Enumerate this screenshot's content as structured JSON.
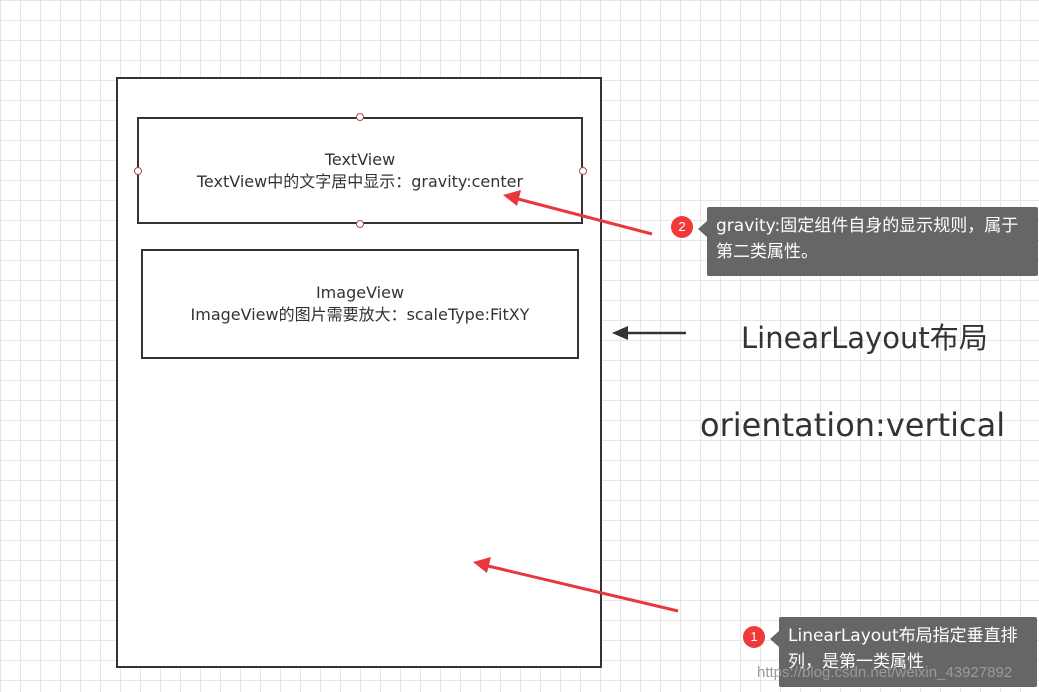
{
  "textview": {
    "title": "TextView",
    "description": "TextView中的文字居中显示：gravity:center"
  },
  "imageview": {
    "title": "ImageView",
    "description": "ImageView的图片需要放大：scaleType:FitXY"
  },
  "layout_label": "LinearLayout布局",
  "orientation_label": "orientation:vertical",
  "callouts": [
    {
      "number": "1",
      "text": "LinearLayout布局指定垂直排列，是第一类属性"
    },
    {
      "number": "2",
      "text": "gravity:固定组件自身的显示规则，属于第二类属性。"
    }
  ],
  "watermark": "https://blog.csdn.net/weixin_43927892",
  "colors": {
    "grid": "#e6e6e6",
    "outline": "#333333",
    "red_arrow": "#e8383d",
    "badge": "#f03a3a",
    "callout_bg": "#666666"
  }
}
